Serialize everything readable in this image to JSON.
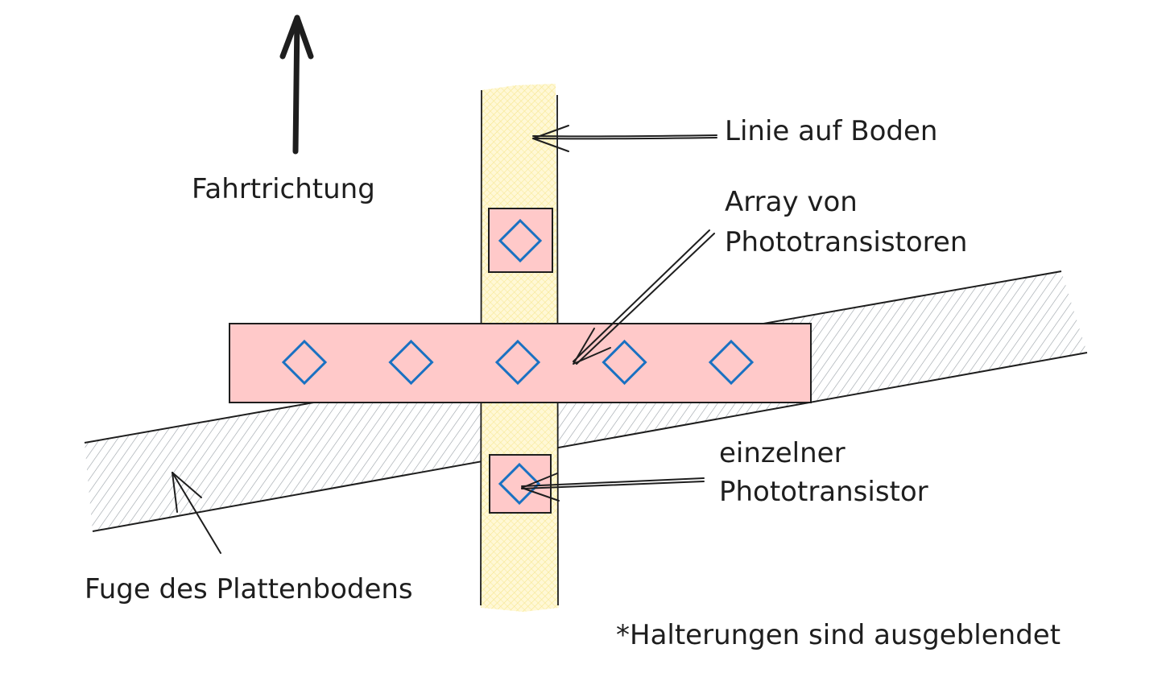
{
  "labels": {
    "direction": "Fahrtrichtung",
    "floor_line": "Linie auf Boden",
    "array_line1": "Array von",
    "array_line2": "Phototransistoren",
    "single_line1": "einzelner",
    "single_line2": "Phototransistor",
    "joint": "Fuge des Plattenbodens",
    "footnote": "*Halterungen sind ausgeblendet"
  },
  "colors": {
    "stroke": "#1e1e1e",
    "line_fill": "#fff3bf",
    "sensor_fill": "#ffc9c9",
    "diode_stroke": "#1971c2",
    "hatch": "#868e96"
  },
  "array_sensor_count": 5
}
